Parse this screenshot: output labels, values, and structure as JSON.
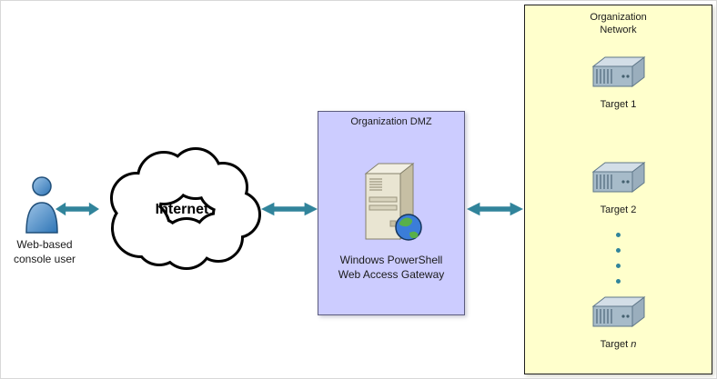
{
  "diagram": {
    "user": {
      "label_line1": "Web-based",
      "label_line2": "console user"
    },
    "internet": {
      "label": "Internet"
    },
    "dmz": {
      "title": "Organization DMZ",
      "gateway_line1": "Windows PowerShell",
      "gateway_line2": "Web Access Gateway"
    },
    "network": {
      "title_line1": "Organization",
      "title_line2": "Network",
      "targets": [
        {
          "label": "Target 1"
        },
        {
          "label": "Target 2"
        },
        {
          "prefix": "Target ",
          "var": "n"
        }
      ]
    },
    "colors": {
      "arrow": "#31849B",
      "dmz_fill": "#CCCCFF",
      "network_fill": "#FFFFCC",
      "ellipsis_dot": "#31849B"
    }
  }
}
